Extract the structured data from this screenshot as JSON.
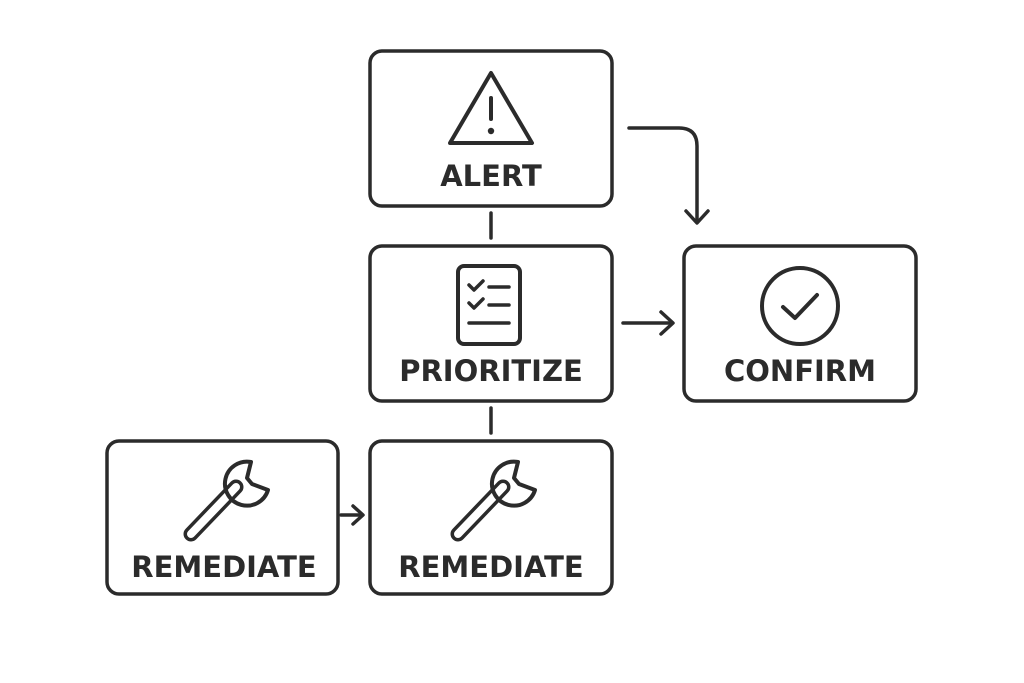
{
  "colors": {
    "ink": "#2b2b2b",
    "background": "#ffffff"
  },
  "nodes": {
    "alert": {
      "label": "ALERT",
      "icon": "warning-triangle-icon"
    },
    "prioritize": {
      "label": "PRIORITIZE",
      "icon": "checklist-icon"
    },
    "confirm": {
      "label": "CONFIRM",
      "icon": "check-circle-icon"
    },
    "remediate_left": {
      "label": "REMEDIATE",
      "icon": "wrench-icon"
    },
    "remediate_center": {
      "label": "REMEDIATE",
      "icon": "wrench-icon"
    }
  },
  "edges": [
    {
      "from": "alert",
      "to": "prioritize",
      "style": "line"
    },
    {
      "from": "alert",
      "to": "confirm",
      "style": "elbow-arrow"
    },
    {
      "from": "prioritize",
      "to": "confirm",
      "style": "arrow"
    },
    {
      "from": "prioritize",
      "to": "remediate_center",
      "style": "line"
    },
    {
      "from": "remediate_left",
      "to": "remediate_center",
      "style": "arrow"
    }
  ]
}
